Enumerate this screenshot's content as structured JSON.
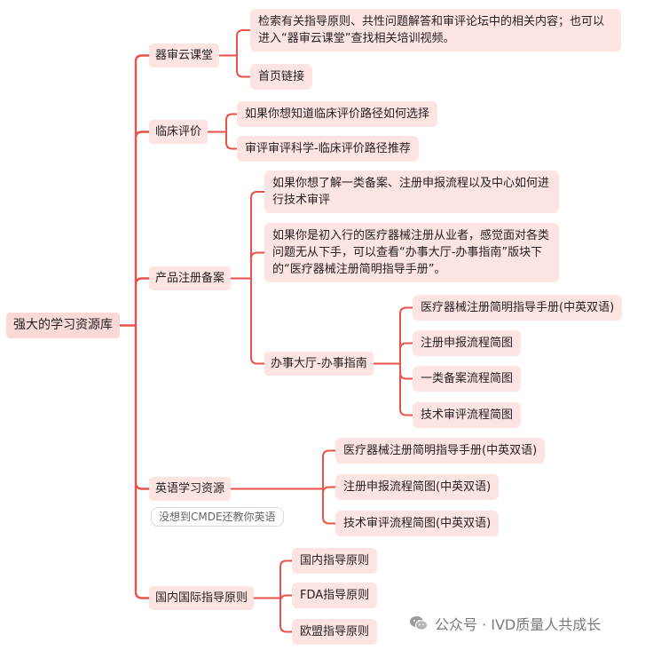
{
  "root": "强大的学习资源库",
  "branches": {
    "b1": {
      "label": "器审云课堂",
      "leaves": [
        "检索有关指导原则、共性问题解答和审评论坛中的相关内容；也可以进入“器审云课堂”查找相关培训视频。",
        "首页链接"
      ]
    },
    "b2": {
      "label": "临床评价",
      "leaves": [
        "如果你想知道临床评价路径如何选择",
        "审评审评科学-临床评价路径推荐"
      ]
    },
    "b3": {
      "label": "产品注册备案",
      "leaves": [
        "如果你想了解一类备案、注册申报流程以及中心如何进行技术审评",
        "如果你是初入行的医疗器械注册从业者，感觉面对各类问题无从下手，可以查看“办事大厅-办事指南”版块下的“医疗器械注册简明指导手册”。"
      ],
      "sub": {
        "label": "办事大厅-办事指南",
        "leaves": [
          "医疗器械注册简明指导手册(中英双语)",
          "注册申报流程简图",
          "一类备案流程简图",
          "技术审评流程简图"
        ]
      }
    },
    "b4": {
      "label": "英语学习资源",
      "note": "没想到CMDE还教你英语",
      "leaves": [
        "医疗器械注册简明指导手册(中英双语)",
        "注册申报流程简图(中英双语)",
        "技术审评流程简图(中英双语)"
      ]
    },
    "b5": {
      "label": "国内国际指导原则",
      "leaves": [
        "国内指导原则",
        "FDA指导原则",
        "欧盟指导原则"
      ]
    }
  },
  "watermark": "公众号 · IVD质量人共成长",
  "colors": {
    "line": "#e8524a",
    "node_fill": "#fde3e2"
  }
}
